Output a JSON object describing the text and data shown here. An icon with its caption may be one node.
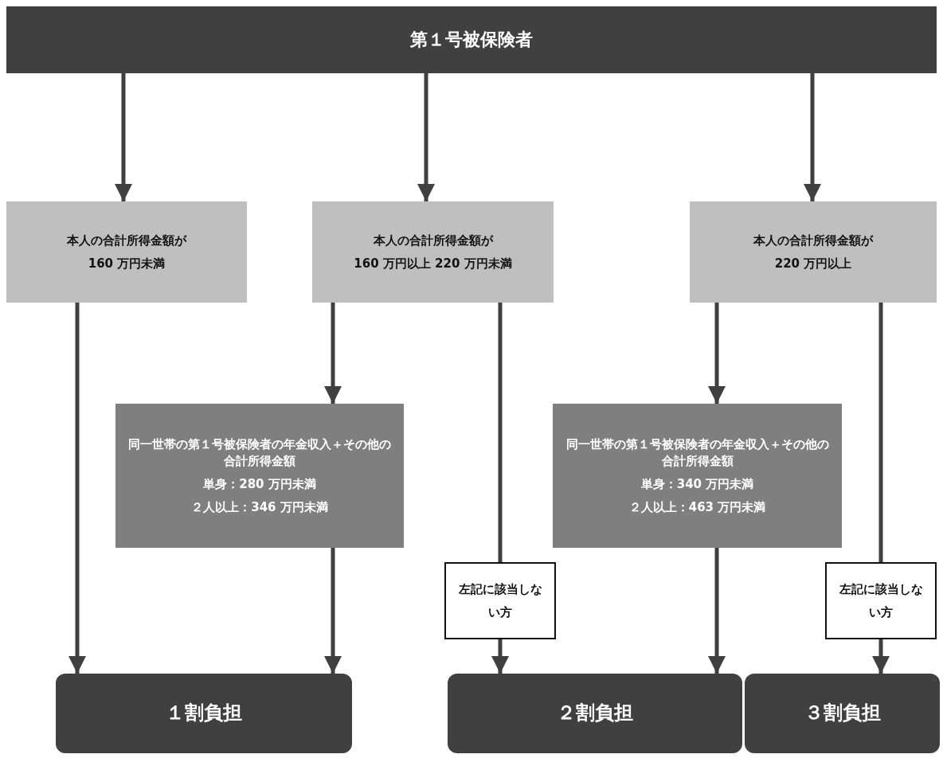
{
  "diagram": {
    "nodes": [
      {
        "text": [
          "第１号被保険者"
        ]
      },
      {
        "text": [
          "本人の合計所得金額が",
          "**160 万**円未満"
        ]
      },
      {
        "text": [
          "本人の合計所得金額が",
          "**160 万**円以上 **220 万**円未満"
        ]
      },
      {
        "text": [
          "本人の合計所得金額が",
          "**220 万**円以上"
        ]
      },
      {
        "text": [
          "同一世帯の第１号被保険者の年金収入＋その他の合計所得金額",
          "単身：**280 万**円未満",
          "２人以上：**346 万**円未満"
        ]
      },
      {
        "text": [
          "同一世帯の第１号被保険者の年金収入＋その他の合計所得金額",
          "単身：**340 万**円未満",
          "２人以上：**463 万**円未満"
        ]
      },
      {
        "text": [
          "１割負担"
        ]
      },
      {
        "text": [
          "２割負担"
        ]
      },
      {
        "text": [
          "３割負担"
        ]
      }
    ],
    "edges": [
      {
        "from": 0,
        "to": 1,
        "arrow": "to"
      },
      {
        "from": 0,
        "to": 2,
        "arrow": "to"
      },
      {
        "from": 0,
        "to": 3,
        "arrow": "to"
      },
      {
        "from": 1,
        "to": 6,
        "arrow": "to"
      },
      {
        "from": 2,
        "to": 4,
        "arrow": "to"
      },
      {
        "from": 4,
        "to": 6,
        "arrow": "to"
      },
      {
        "from": 2,
        "to": 7,
        "arrow": "to",
        "label": "左記に該当しない方"
      },
      {
        "from": 3,
        "to": 5,
        "arrow": "to"
      },
      {
        "from": 5,
        "to": 7,
        "arrow": "to"
      },
      {
        "from": 3,
        "to": 8,
        "arrow": "to",
        "label": "左記に該当しない方"
      }
    ]
  }
}
